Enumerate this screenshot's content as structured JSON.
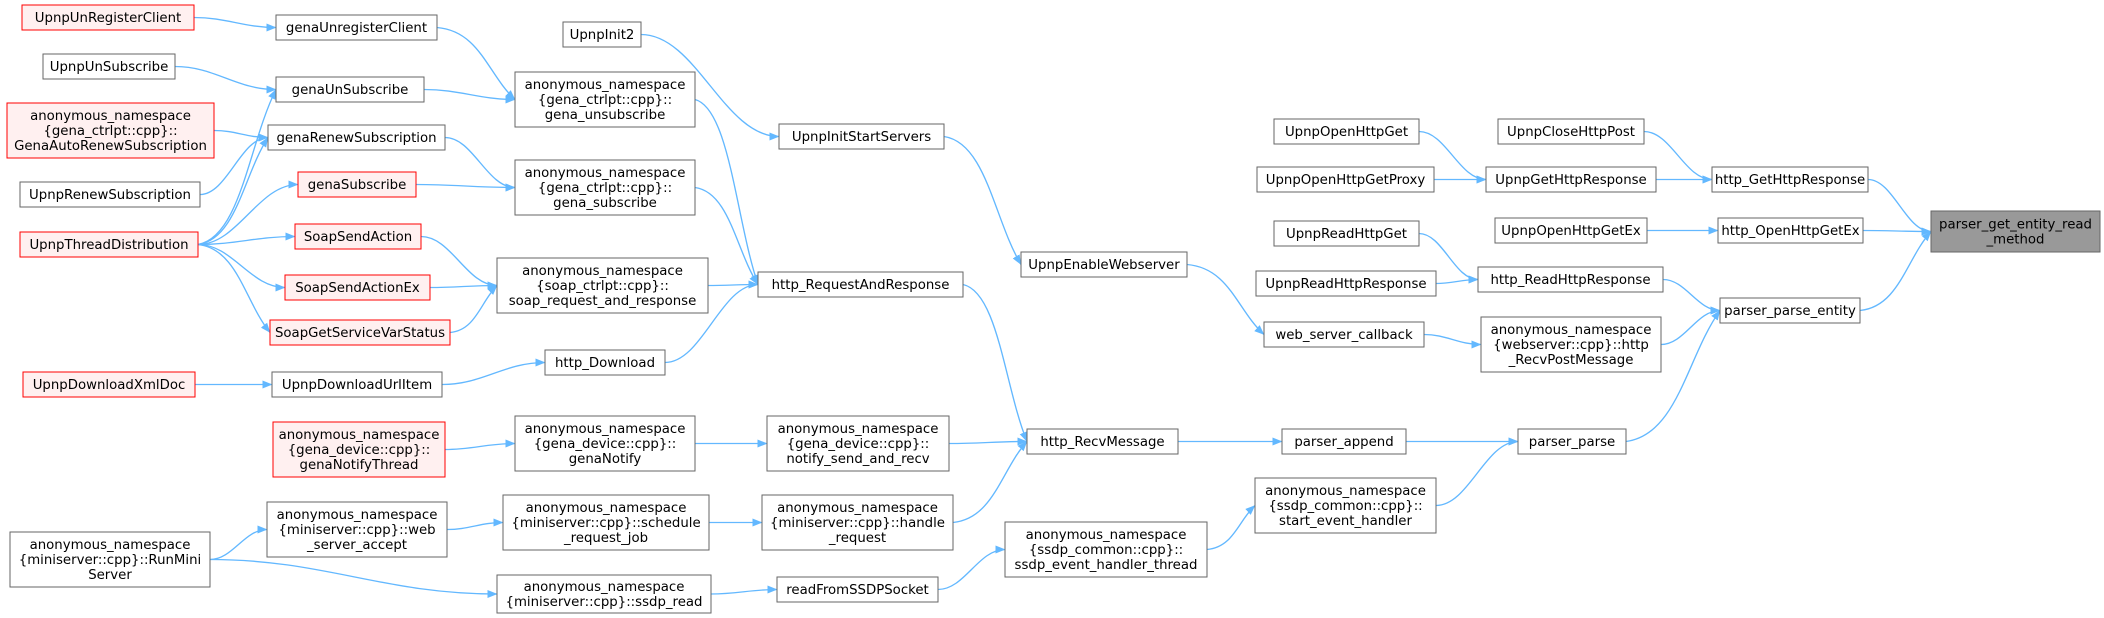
{
  "graph": {
    "colors": {
      "edge": "#63b8ff",
      "node_border": "#666666",
      "node_fill": "#ffffff",
      "red_border": "#ff0000",
      "red_fill": "#fff0f0",
      "root_fill": "#999999"
    },
    "nodes": {
      "parser_get_entity_read_method": {
        "lines": [
          "parser_get_entity_read",
          "_method"
        ],
        "style": "root"
      },
      "http_GetHttpResponse": {
        "lines": [
          "http_GetHttpResponse"
        ],
        "style": "normal"
      },
      "http_OpenHttpGetEx": {
        "lines": [
          "http_OpenHttpGetEx"
        ],
        "style": "normal"
      },
      "parser_parse_entity": {
        "lines": [
          "parser_parse_entity"
        ],
        "style": "normal"
      },
      "UpnpCloseHttpPost": {
        "lines": [
          "UpnpCloseHttpPost"
        ],
        "style": "normal"
      },
      "UpnpGetHttpResponse": {
        "lines": [
          "UpnpGetHttpResponse"
        ],
        "style": "normal"
      },
      "UpnpOpenHttpGetEx": {
        "lines": [
          "UpnpOpenHttpGetEx"
        ],
        "style": "normal"
      },
      "http_ReadHttpResponse": {
        "lines": [
          "http_ReadHttpResponse"
        ],
        "style": "normal"
      },
      "web_http_RecvPostMessage": {
        "lines": [
          "anonymous_namespace",
          "{webserver::cpp}::http",
          "_RecvPostMessage"
        ],
        "style": "normal"
      },
      "parser_parse": {
        "lines": [
          "parser_parse"
        ],
        "style": "normal"
      },
      "UpnpOpenHttpGet": {
        "lines": [
          "UpnpOpenHttpGet"
        ],
        "style": "normal"
      },
      "UpnpOpenHttpGetProxy": {
        "lines": [
          "UpnpOpenHttpGetProxy"
        ],
        "style": "normal"
      },
      "UpnpReadHttpGet": {
        "lines": [
          "UpnpReadHttpGet"
        ],
        "style": "normal"
      },
      "UpnpReadHttpResponse": {
        "lines": [
          "UpnpReadHttpResponse"
        ],
        "style": "normal"
      },
      "web_server_callback": {
        "lines": [
          "web_server_callback"
        ],
        "style": "normal"
      },
      "parser_append": {
        "lines": [
          "parser_append"
        ],
        "style": "normal"
      },
      "start_event_handler": {
        "lines": [
          "anonymous_namespace",
          "{ssdp_common::cpp}::",
          "start_event_handler"
        ],
        "style": "normal"
      },
      "UpnpEnableWebserver": {
        "lines": [
          "UpnpEnableWebserver"
        ],
        "style": "normal"
      },
      "http_RecvMessage": {
        "lines": [
          "http_RecvMessage"
        ],
        "style": "normal"
      },
      "ssdp_event_handler_thread": {
        "lines": [
          "anonymous_namespace",
          "{ssdp_common::cpp}::",
          "ssdp_event_handler_thread"
        ],
        "style": "normal"
      },
      "UpnpInitStartServers": {
        "lines": [
          "UpnpInitStartServers"
        ],
        "style": "normal"
      },
      "http_RequestAndResponse": {
        "lines": [
          "http_RequestAndResponse"
        ],
        "style": "normal"
      },
      "notify_send_and_recv": {
        "lines": [
          "anonymous_namespace",
          "{gena_device::cpp}::",
          "notify_send_and_recv"
        ],
        "style": "normal"
      },
      "handle_request": {
        "lines": [
          "anonymous_namespace",
          "{miniserver::cpp}::handle",
          "_request"
        ],
        "style": "normal"
      },
      "readFromSSDPSocket": {
        "lines": [
          "readFromSSDPSocket"
        ],
        "style": "normal"
      },
      "UpnpInit2": {
        "lines": [
          "UpnpInit2"
        ],
        "style": "normal"
      },
      "gena_unsubscribe": {
        "lines": [
          "anonymous_namespace",
          "{gena_ctrlpt::cpp}::",
          "gena_unsubscribe"
        ],
        "style": "normal"
      },
      "gena_subscribe": {
        "lines": [
          "anonymous_namespace",
          "{gena_ctrlpt::cpp}::",
          "gena_subscribe"
        ],
        "style": "normal"
      },
      "soap_request_and_response": {
        "lines": [
          "anonymous_namespace",
          "{soap_ctrlpt::cpp}::",
          "soap_request_and_response"
        ],
        "style": "normal"
      },
      "http_Download": {
        "lines": [
          "http_Download"
        ],
        "style": "normal"
      },
      "genaNotify": {
        "lines": [
          "anonymous_namespace",
          "{gena_device::cpp}::",
          "genaNotify"
        ],
        "style": "normal"
      },
      "schedule_request_job": {
        "lines": [
          "anonymous_namespace",
          "{miniserver::cpp}::schedule",
          "_request_job"
        ],
        "style": "normal"
      },
      "ssdp_read": {
        "lines": [
          "anonymous_namespace",
          "{miniserver::cpp}::ssdp_read"
        ],
        "style": "normal"
      },
      "genaUnregisterClient": {
        "lines": [
          "genaUnregisterClient"
        ],
        "style": "normal"
      },
      "genaUnSubscribe": {
        "lines": [
          "genaUnSubscribe"
        ],
        "style": "normal"
      },
      "genaRenewSubscription": {
        "lines": [
          "genaRenewSubscription"
        ],
        "style": "normal"
      },
      "genaSubscribe": {
        "lines": [
          "genaSubscribe"
        ],
        "style": "red"
      },
      "SoapSendAction": {
        "lines": [
          "SoapSendAction"
        ],
        "style": "red"
      },
      "SoapSendActionEx": {
        "lines": [
          "SoapSendActionEx"
        ],
        "style": "red"
      },
      "SoapGetServiceVarStatus": {
        "lines": [
          "SoapGetServiceVarStatus"
        ],
        "style": "red"
      },
      "UpnpDownloadUrlItem": {
        "lines": [
          "UpnpDownloadUrlItem"
        ],
        "style": "normal"
      },
      "genaNotifyThread": {
        "lines": [
          "anonymous_namespace",
          "{gena_device::cpp}::",
          "genaNotifyThread"
        ],
        "style": "red"
      },
      "web_server_accept": {
        "lines": [
          "anonymous_namespace",
          "{miniserver::cpp}::web",
          "_server_accept"
        ],
        "style": "normal"
      },
      "UpnpUnRegisterClient": {
        "lines": [
          "UpnpUnRegisterClient"
        ],
        "style": "red"
      },
      "UpnpUnSubscribe": {
        "lines": [
          "UpnpUnSubscribe"
        ],
        "style": "normal"
      },
      "GenaAutoRenewSubscription": {
        "lines": [
          "anonymous_namespace",
          "{gena_ctrlpt::cpp}::",
          "GenaAutoRenewSubscription"
        ],
        "style": "red"
      },
      "UpnpRenewSubscription": {
        "lines": [
          "UpnpRenewSubscription"
        ],
        "style": "normal"
      },
      "UpnpThreadDistribution": {
        "lines": [
          "UpnpThreadDistribution"
        ],
        "style": "red"
      },
      "UpnpDownloadXmlDoc": {
        "lines": [
          "UpnpDownloadXmlDoc"
        ],
        "style": "red"
      },
      "RunMiniServer": {
        "lines": [
          "anonymous_namespace",
          "{miniserver::cpp}::RunMini",
          "Server"
        ],
        "style": "normal"
      }
    },
    "edges": [
      [
        "http_GetHttpResponse",
        "parser_get_entity_read_method"
      ],
      [
        "http_OpenHttpGetEx",
        "parser_get_entity_read_method"
      ],
      [
        "parser_parse_entity",
        "parser_get_entity_read_method"
      ],
      [
        "UpnpCloseHttpPost",
        "http_GetHttpResponse"
      ],
      [
        "UpnpGetHttpResponse",
        "http_GetHttpResponse"
      ],
      [
        "UpnpOpenHttpGetEx",
        "http_OpenHttpGetEx"
      ],
      [
        "http_ReadHttpResponse",
        "parser_parse_entity"
      ],
      [
        "web_http_RecvPostMessage",
        "parser_parse_entity"
      ],
      [
        "parser_parse",
        "parser_parse_entity"
      ],
      [
        "UpnpOpenHttpGet",
        "UpnpGetHttpResponse"
      ],
      [
        "UpnpOpenHttpGetProxy",
        "UpnpGetHttpResponse"
      ],
      [
        "UpnpReadHttpGet",
        "http_ReadHttpResponse"
      ],
      [
        "UpnpReadHttpResponse",
        "http_ReadHttpResponse"
      ],
      [
        "web_server_callback",
        "web_http_RecvPostMessage"
      ],
      [
        "parser_append",
        "parser_parse"
      ],
      [
        "start_event_handler",
        "parser_parse"
      ],
      [
        "UpnpEnableWebserver",
        "web_server_callback"
      ],
      [
        "http_RecvMessage",
        "parser_append"
      ],
      [
        "ssdp_event_handler_thread",
        "start_event_handler"
      ],
      [
        "UpnpInitStartServers",
        "UpnpEnableWebserver"
      ],
      [
        "http_RequestAndResponse",
        "http_RecvMessage"
      ],
      [
        "notify_send_and_recv",
        "http_RecvMessage"
      ],
      [
        "handle_request",
        "http_RecvMessage"
      ],
      [
        "readFromSSDPSocket",
        "ssdp_event_handler_thread"
      ],
      [
        "UpnpInit2",
        "UpnpInitStartServers"
      ],
      [
        "gena_unsubscribe",
        "http_RequestAndResponse"
      ],
      [
        "gena_subscribe",
        "http_RequestAndResponse"
      ],
      [
        "soap_request_and_response",
        "http_RequestAndResponse"
      ],
      [
        "http_Download",
        "http_RequestAndResponse"
      ],
      [
        "genaNotify",
        "notify_send_and_recv"
      ],
      [
        "schedule_request_job",
        "handle_request"
      ],
      [
        "ssdp_read",
        "readFromSSDPSocket"
      ],
      [
        "genaUnregisterClient",
        "gena_unsubscribe"
      ],
      [
        "genaUnSubscribe",
        "gena_unsubscribe"
      ],
      [
        "genaRenewSubscription",
        "gena_subscribe"
      ],
      [
        "genaSubscribe",
        "gena_subscribe"
      ],
      [
        "SoapSendAction",
        "soap_request_and_response"
      ],
      [
        "SoapSendActionEx",
        "soap_request_and_response"
      ],
      [
        "SoapGetServiceVarStatus",
        "soap_request_and_response"
      ],
      [
        "UpnpDownloadUrlItem",
        "http_Download"
      ],
      [
        "genaNotifyThread",
        "genaNotify"
      ],
      [
        "web_server_accept",
        "schedule_request_job"
      ],
      [
        "RunMiniServer",
        "ssdp_read"
      ],
      [
        "UpnpUnRegisterClient",
        "genaUnregisterClient"
      ],
      [
        "UpnpUnSubscribe",
        "genaUnSubscribe"
      ],
      [
        "UpnpThreadDistribution",
        "genaUnSubscribe"
      ],
      [
        "GenaAutoRenewSubscription",
        "genaRenewSubscription"
      ],
      [
        "UpnpRenewSubscription",
        "genaRenewSubscription"
      ],
      [
        "UpnpThreadDistribution",
        "genaRenewSubscription"
      ],
      [
        "UpnpThreadDistribution",
        "genaSubscribe"
      ],
      [
        "UpnpThreadDistribution",
        "SoapSendAction"
      ],
      [
        "UpnpThreadDistribution",
        "SoapSendActionEx"
      ],
      [
        "UpnpThreadDistribution",
        "SoapGetServiceVarStatus"
      ],
      [
        "UpnpDownloadXmlDoc",
        "UpnpDownloadUrlItem"
      ],
      [
        "RunMiniServer",
        "web_server_accept"
      ]
    ]
  }
}
